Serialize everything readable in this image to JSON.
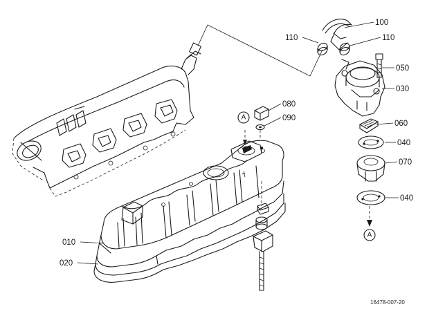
{
  "callouts": {
    "c100": "100",
    "c110_left": "110",
    "c110_right": "110",
    "c050": "050",
    "c030": "030",
    "c080": "080",
    "c090": "090",
    "c060": "060",
    "c040_top": "040",
    "c070": "070",
    "c040_bottom": "040",
    "c010": "010",
    "c020": "020"
  },
  "markers": {
    "marker_a_top": "A",
    "marker_a_bottom": "A"
  },
  "reference_number": "16478-007-20"
}
